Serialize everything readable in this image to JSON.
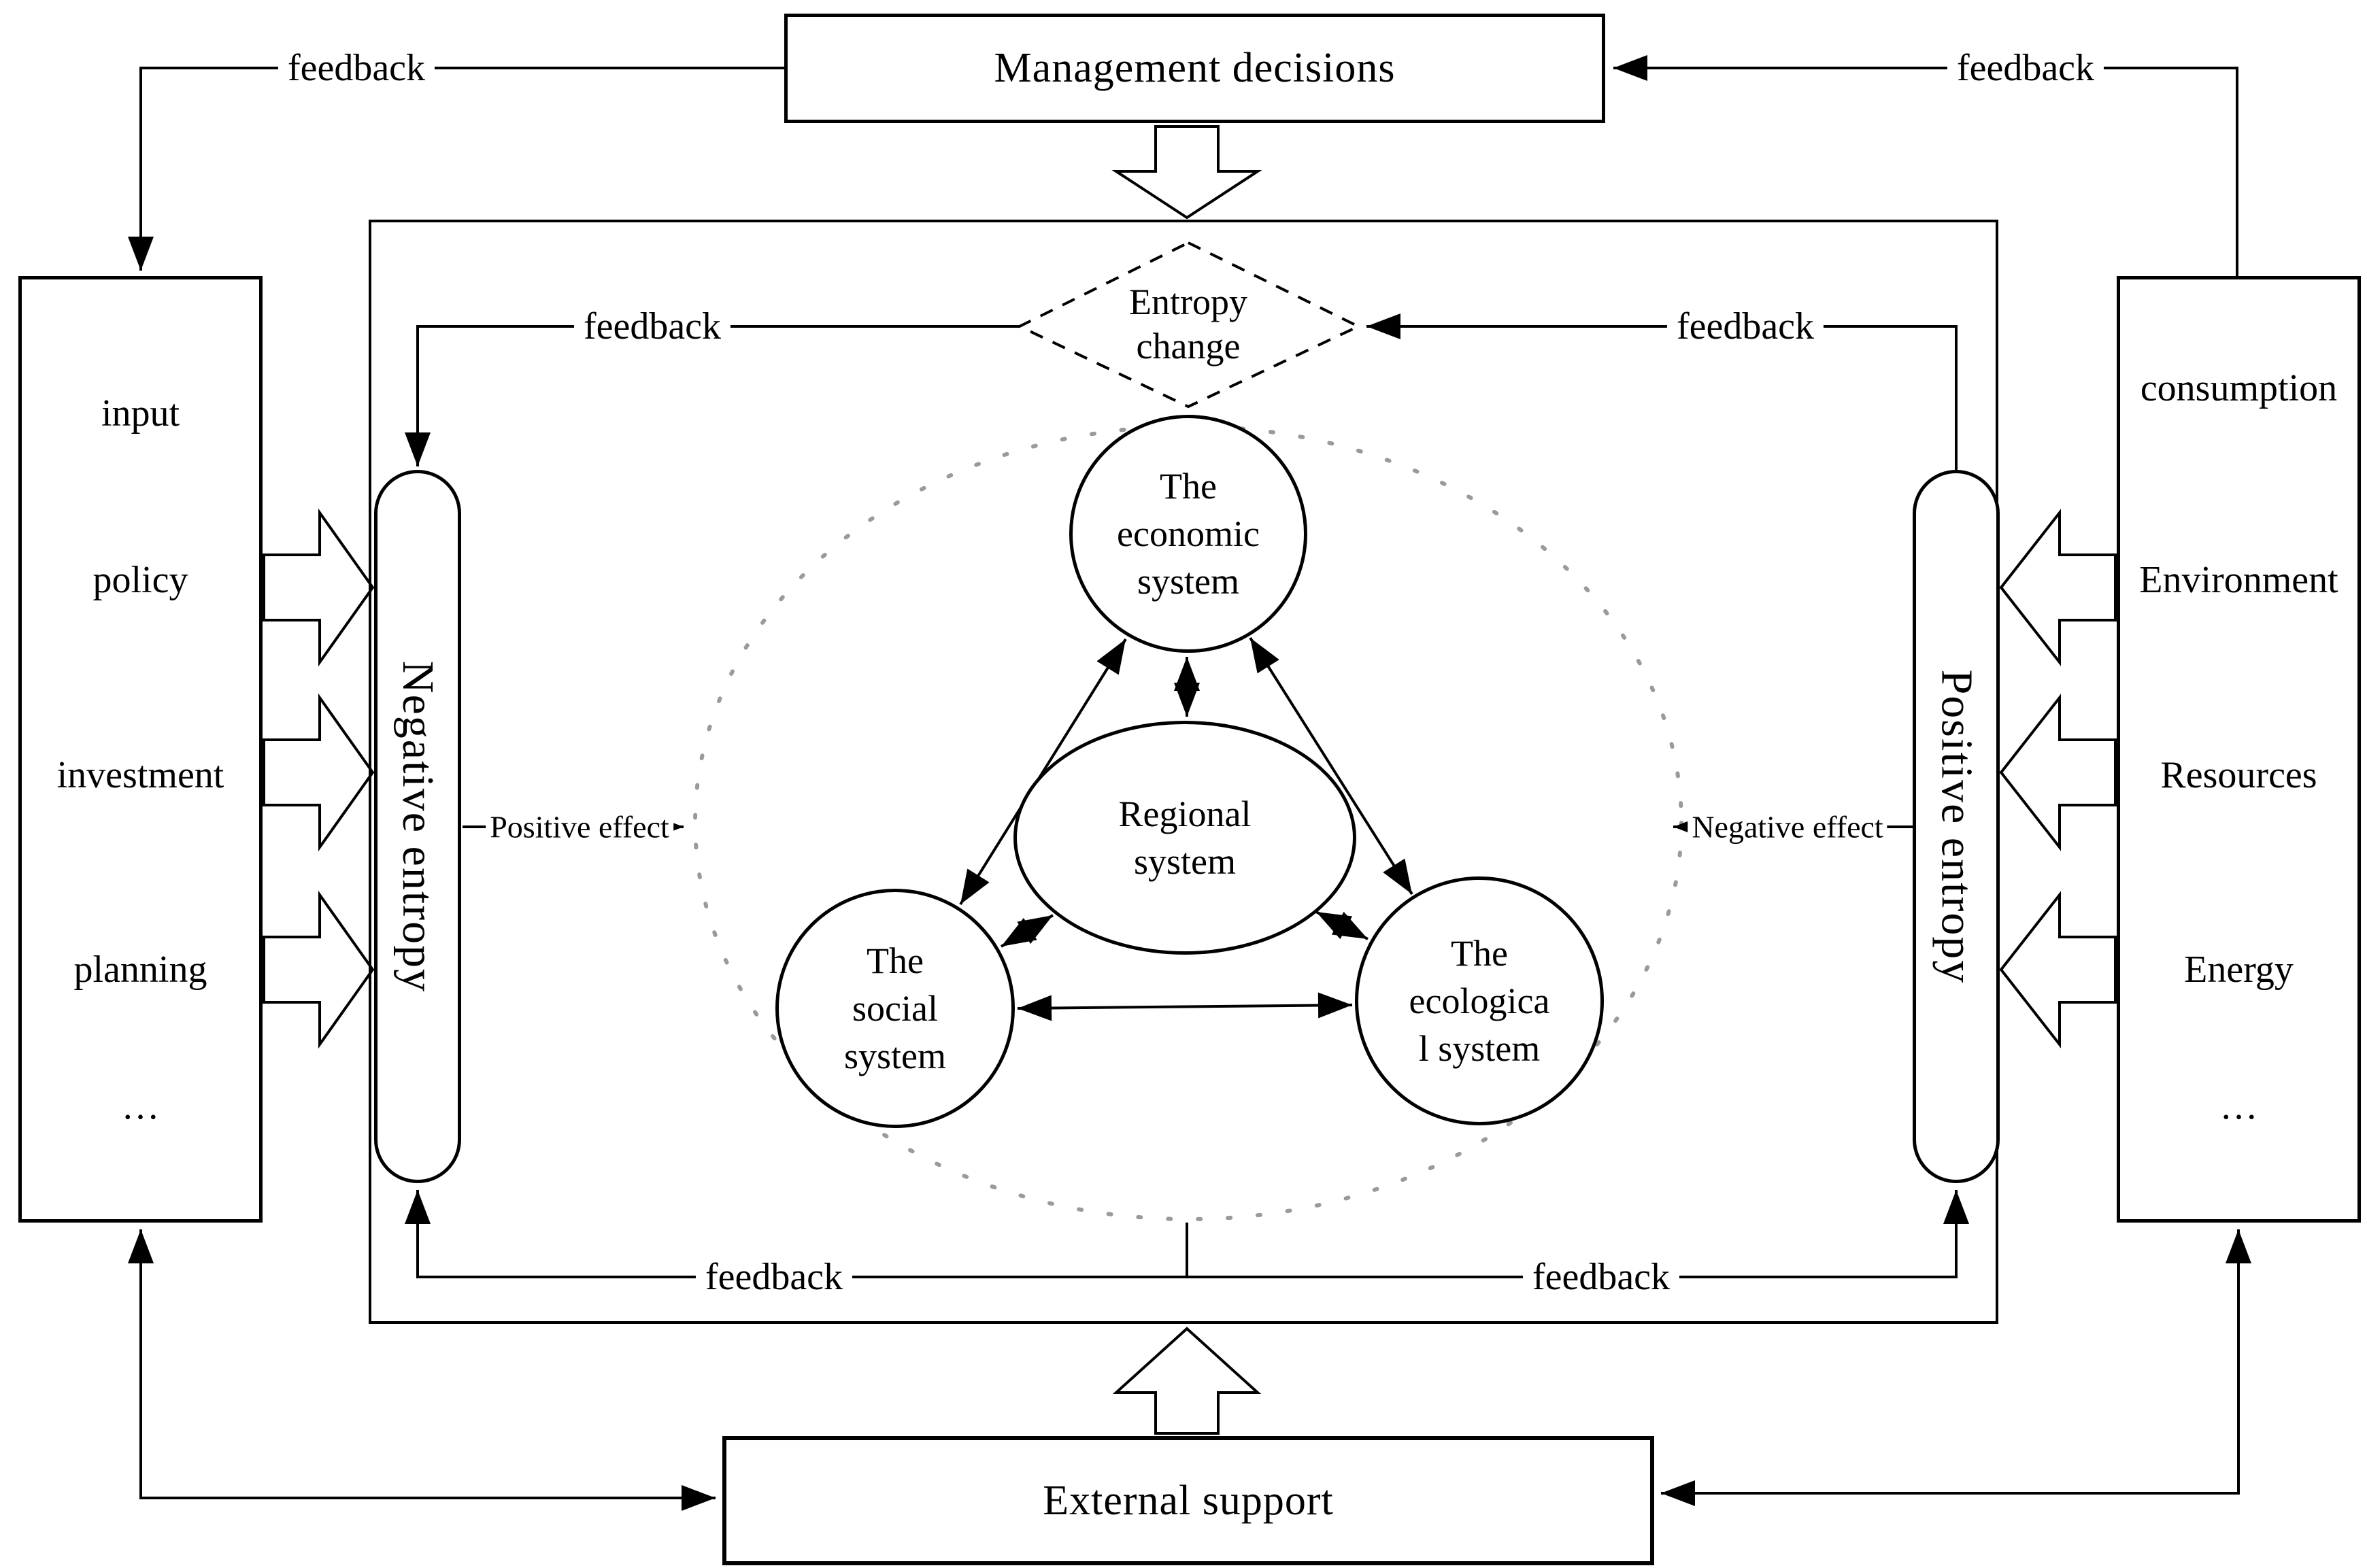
{
  "diagram": {
    "management_box": {
      "label": "Management decisions"
    },
    "external_box": {
      "label": "External support"
    },
    "entropy_diamond": {
      "label": "Entropy\nchange"
    },
    "negative_entropy_pill": {
      "label": "Negative entropy"
    },
    "positive_entropy_pill": {
      "label": "Positive entropy"
    },
    "economic_circle": {
      "label": "The\neconomic\nsystem"
    },
    "regional_ellipse": {
      "label": "Regional\nsystem"
    },
    "social_circle": {
      "label": "The\nsocial\nsystem"
    },
    "ecological_circle": {
      "label": "The\necologica\nl system"
    },
    "left_box": {
      "items": [
        "input",
        "policy",
        "investment",
        "planning",
        "…"
      ]
    },
    "right_box": {
      "items": [
        "consumption",
        "Environment",
        "Resources",
        "Energy",
        "…"
      ]
    },
    "labels": {
      "feedback": "feedback",
      "positive_effect": "Positive effect",
      "negative_effect": "Negative effect"
    },
    "colors": {
      "line": "#000000",
      "dotted_boundary": "#9a9a9a",
      "background": "#ffffff"
    }
  }
}
